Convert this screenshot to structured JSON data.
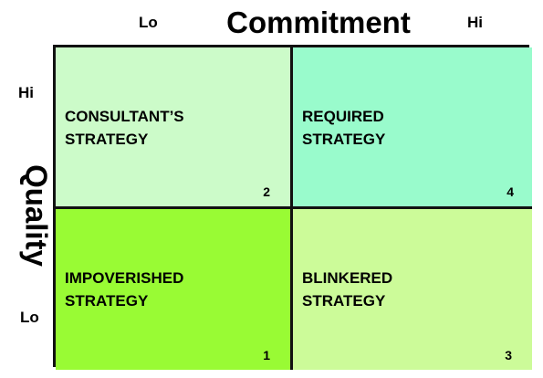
{
  "x_axis": {
    "title": "Commitment",
    "low_label": "Lo",
    "high_label": "Hi"
  },
  "y_axis": {
    "title": "Quality",
    "low_label": "Lo",
    "high_label": "Hi"
  },
  "quadrants": {
    "top_left": {
      "line1": "CONSULTANT’S",
      "line2": "STRATEGY",
      "number": "2",
      "color": "#ccfbc9"
    },
    "top_right": {
      "line1": "REQUIRED",
      "line2": "STRATEGY",
      "number": "4",
      "color": "#99fbcc"
    },
    "bottom_left": {
      "line1": "IMPOVERISHED",
      "line2": "STRATEGY",
      "number": "1",
      "color": "#99fb34"
    },
    "bottom_right": {
      "line1": "BLINKERED",
      "line2": "STRATEGY",
      "number": "3",
      "color": "#ccfb99"
    }
  }
}
